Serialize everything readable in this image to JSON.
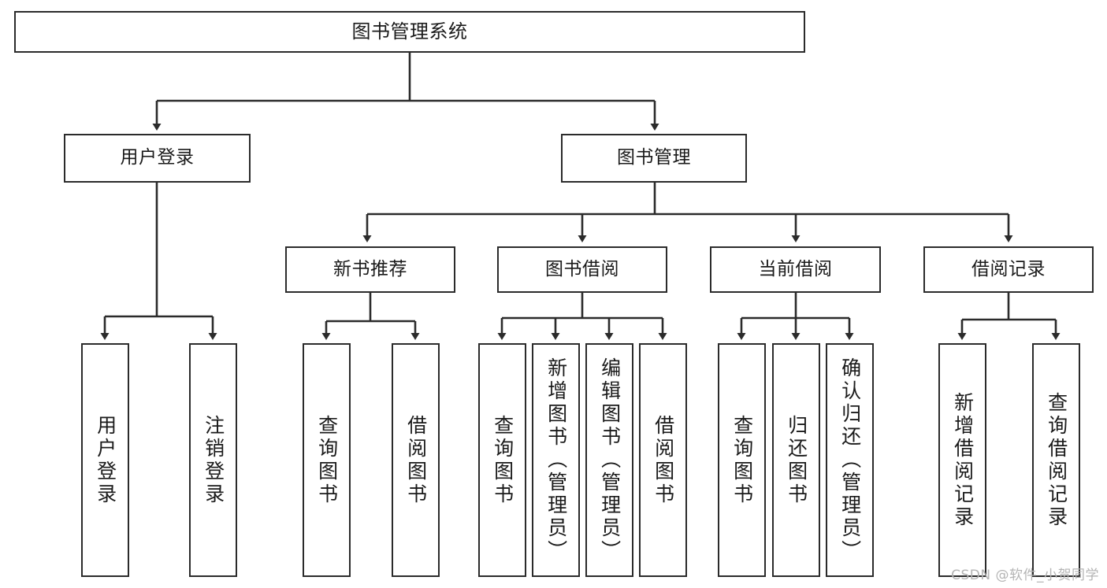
{
  "diagram": {
    "title": "图书管理系统",
    "type": "tree-hierarchy-chart",
    "watermark": "CSDN @软件_小贺同学",
    "colors": {
      "stroke": "#2b2b2b",
      "fill": "#ffffff",
      "text": "#1a1a1a",
      "watermark": "#b4b4b4"
    },
    "root": {
      "label": "图书管理系统"
    },
    "level1": [
      {
        "label": "用户登录"
      },
      {
        "label": "图书管理"
      }
    ],
    "level2": [
      {
        "label": "新书推荐"
      },
      {
        "label": "图书借阅"
      },
      {
        "label": "当前借阅"
      },
      {
        "label": "借阅记录"
      }
    ],
    "leaves": {
      "user_login": [
        {
          "label": "用户登录"
        },
        {
          "label": "注销登录"
        }
      ],
      "new_book_recommend": [
        {
          "label": "查询图书"
        },
        {
          "label": "借阅图书"
        }
      ],
      "book_borrow": [
        {
          "label": "查询图书"
        },
        {
          "label": "新增图书（管理员）"
        },
        {
          "label": "编辑图书（管理员）"
        },
        {
          "label": "借阅图书"
        }
      ],
      "current_borrow": [
        {
          "label": "查询图书"
        },
        {
          "label": "归还图书"
        },
        {
          "label": "确认归还（管理员）"
        }
      ],
      "borrow_record": [
        {
          "label": "新增借阅记录"
        },
        {
          "label": "查询借阅记录"
        }
      ]
    }
  }
}
